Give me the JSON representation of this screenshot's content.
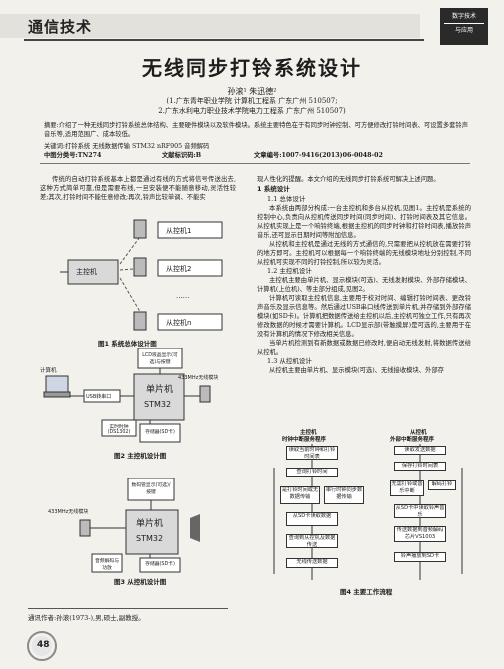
{
  "header": {
    "section": "通信技术",
    "tag_top": "数字技术",
    "tag_bottom": "与应用"
  },
  "paper": {
    "title": "无线同步打铃系统设计",
    "authors": "孙滚¹ 朱迅德²",
    "affiliation1": "(1.广东青年职业学院 计算机工程系 广东广州 510507;",
    "affiliation2": "2.广东水利电力职业技术学院电力工程系 广东广州 510507)",
    "abstract": "摘要:介绍了一种无线同步打铃系统总体结构、主要硬件模块以及软件模块。系统主要特色在于有同步时钟控制、可方便修改打铃时间表、可设置多套铃声音乐等,适用范围广、成本较低。",
    "keywords": "关键词:打铃系统 无线数据传输 STM32 nRF905 音频解码",
    "clc": "中图分类号:TN274",
    "doc_code": "文献标识码:B",
    "article_id": "文章编号:1007-9416(2013)06-0048-02"
  },
  "left_col": {
    "intro": "传统的自动打铃系统基本上都是通过有线的方式将信号传送出去,这种方式简单可靠,但是需要布线,一旦安装便不能随意移动,灵活性较差;其次,打铃时间不能任意修改;再次,铃声比较单调、不能实"
  },
  "fig1": {
    "master": "主控机",
    "slave1": "从控机1",
    "slave2": "从控机2",
    "slaven": "从控机n",
    "dots": "......",
    "caption": "图1 系统总体设计图"
  },
  "fig2": {
    "computer": "计算机",
    "usb": "USB转串口",
    "mcu": "单片机",
    "mcu_model": "STM32",
    "lcd": "LCD液晶显示(可选)与按键",
    "rf": "433MHz无线模块",
    "clock": "实时时钟(DS1302)",
    "storage": "存储器(SD卡)",
    "caption": "图2 主控机设计图"
  },
  "fig3": {
    "display": "数码管显示(可选)/按键",
    "rf": "433MHz无线模块",
    "mcu": "单片机",
    "mcu_model": "STM32",
    "audio": "音频解码与功放",
    "storage": "存储器(SD卡)",
    "caption": "图3 从控机设计图"
  },
  "right_col": {
    "intro": "现人性化的提醒。本文介绍的无线同步打铃系统可解决上述问题。",
    "sec1": "1 系统设计",
    "sub11": "1.1 总体设计",
    "p11a": "本系统由两部分构成:一台主控机和多台从控机,见图1。主控机是系统的控制中心,负责向从控机传送同步时间(同步时间)、打铃时间表及其它信息。从控机实现上是一个响铃终端,根据主控机的同步时钟和打铃时间表,播放铃声音乐,还可显示日期时间等附加信息。",
    "p11b": "从控机和主控机是通过无线的方式通信的,只需要把从控机放在需要打铃的地方即可。主控机可以根据每一个响铃终端的无线模块地址分别控制,不同从控机可实现不同的打铃控制,所以较为灵活。",
    "sub12": "1.2 主控机设计",
    "p12a": "主控机主要由单片机、显示模块(可选)、无线发射模块、外部存储模块、计算机(上位机)、等主部分组成,见图2。",
    "p12b": "计算机可读取主控机信息,主要用于校对时间、编辑打铃时间表、更改铃声音乐及显示信息等。然后通过USB串口线传送到单片机,并存储到外部存储模块(如SD卡)。计算机把数据传送给主控机以后,主控机可独立工作,只有再次修改数据的时候才需要计算机。LCD显示部(带触摸屏)是可选的,主要用于在没有计算机的情况下修改相关信息。",
    "p12c": "当单片机检测到有新数据或数据已修改时,便启动无线发射,将数据传送给从控机。",
    "sub13": "1.3 从控机设计",
    "p13a": "从控机主要由单片机、显示模块(可选)、无线接收模块、外部存"
  },
  "fig4": {
    "left_title1": "主控机",
    "left_title2": "时钟中断服务程序",
    "right_title1": "从控机",
    "right_title2": "外部中断服务程序",
    "l1": "读取当前时钟和打铃时间表",
    "l2": "查询打铃时间",
    "l3": "是打铃时间或无数据传输",
    "l4": "串行时钟同步数据传输",
    "l5": "从SD卡读取数据",
    "l6": "查询到从控机及数据传送",
    "l7": "无线传送数据",
    "r1": "读取发送数据",
    "r2": "保存打铃时间表",
    "r3": "无需打铃或音乐中断",
    "r4": "解码打铃",
    "r5": "从SD卡中读取铃声音乐",
    "r6": "传送数据到音频解码芯片VS1003",
    "r7": "铃声播放到SD卡",
    "caption": "图4 主要工作流程"
  },
  "footer": {
    "author_note": "通讯作者:孙滚(1973-),男,硕士,副教授。",
    "page": "48"
  },
  "colors": {
    "badge": "#8a8a8a",
    "master_box": "#d9d9d9"
  }
}
